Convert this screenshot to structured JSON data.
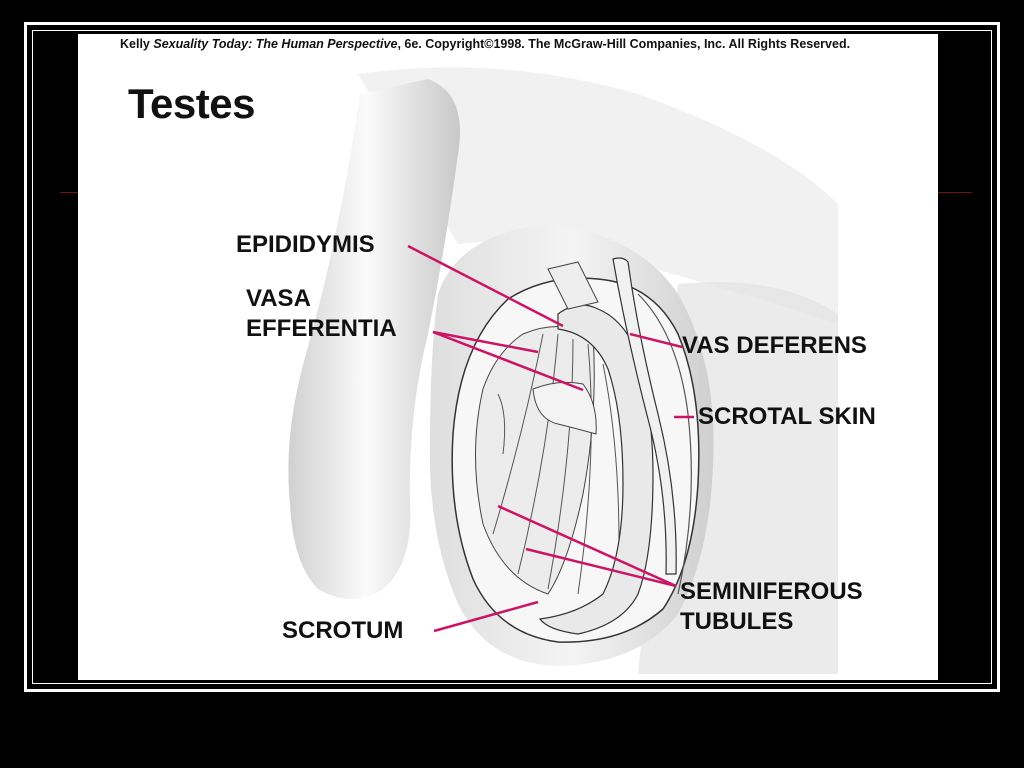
{
  "credit": {
    "author": "Kelly",
    "book": "Sexuality Today: The Human Perspective",
    "rest": ", 6e. Copyright©1998. The McGraw-Hill Companies, Inc. All Rights Reserved."
  },
  "title": "Testes",
  "labels": {
    "epididymis": "EPIDIDYMIS",
    "vasa_line1": "VASA",
    "vasa_line2": "EFFERENTIA",
    "vas_deferens": "VAS DEFERENS",
    "scrotal_skin": "SCROTAL SKIN",
    "seminiferous_line1": "SEMINIFEROUS",
    "seminiferous_line2": "TUBULES",
    "scrotum": "SCROTUM"
  },
  "colors": {
    "leader_line": "#cc1466",
    "background": "#000000",
    "slide": "#ffffff"
  }
}
